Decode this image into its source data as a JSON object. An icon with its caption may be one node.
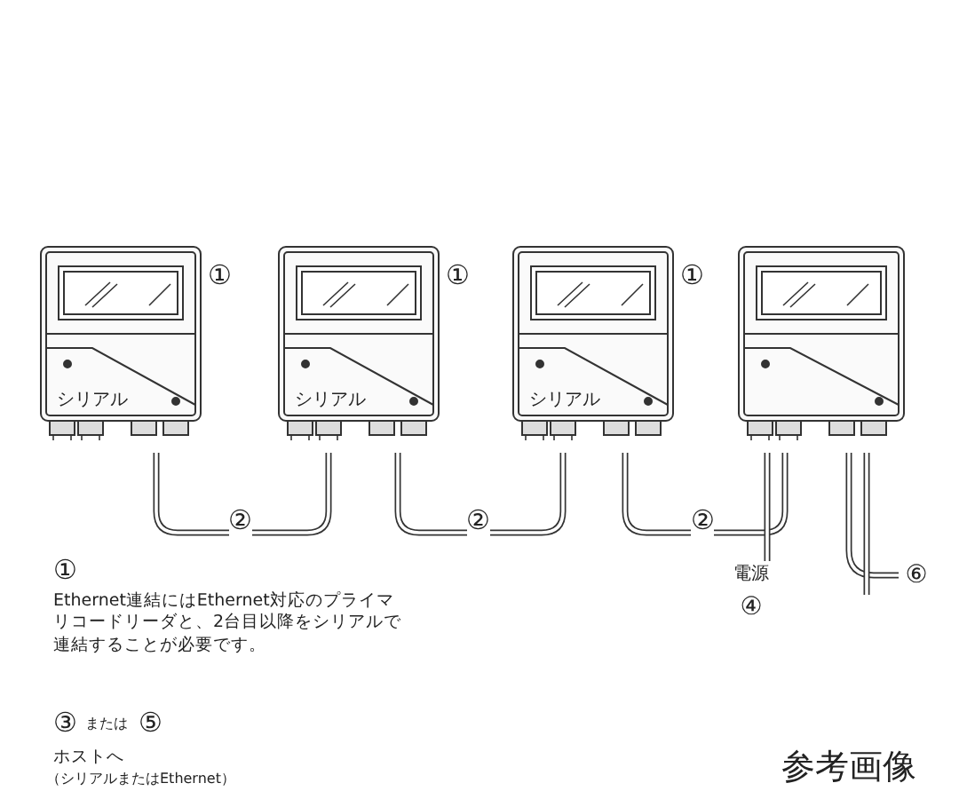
{
  "diagram": {
    "nodes": [
      {
        "text": [
          "シリアル"
        ],
        "beside": [
          "①"
        ]
      },
      {
        "text": [
          "シリアル"
        ],
        "beside": [
          "①"
        ]
      },
      {
        "text": [
          "シリアル"
        ],
        "beside": [
          "①"
        ]
      },
      {
        "text": [],
        "shape": "picture"
      },
      {
        "text": [
          "電源",
          "④"
        ]
      },
      {
        "text": [
          "⑥"
        ]
      }
    ],
    "edges": [
      {
        "from": 0,
        "to": 1,
        "arrow": "none",
        "label": "②"
      },
      {
        "from": 1,
        "to": 2,
        "arrow": "none",
        "label": "②"
      },
      {
        "from": 2,
        "to": 3,
        "arrow": "none",
        "label": "②"
      },
      {
        "from": 3,
        "to": 4,
        "arrow": "none"
      },
      {
        "from": 3,
        "to": 5,
        "arrow": "none"
      },
      {
        "from": 3,
        "to": null,
        "arrow": "none"
      }
    ],
    "labels": [
      "①",
      "Ethernet連結にはEthernet対応のプライマリコードリーダと、2台目以降をシリアルで連結することが必要です。",
      "③",
      "または",
      "⑤",
      "ホストへ",
      "（シリアルまたはEthernet）",
      "参考画像"
    ]
  }
}
